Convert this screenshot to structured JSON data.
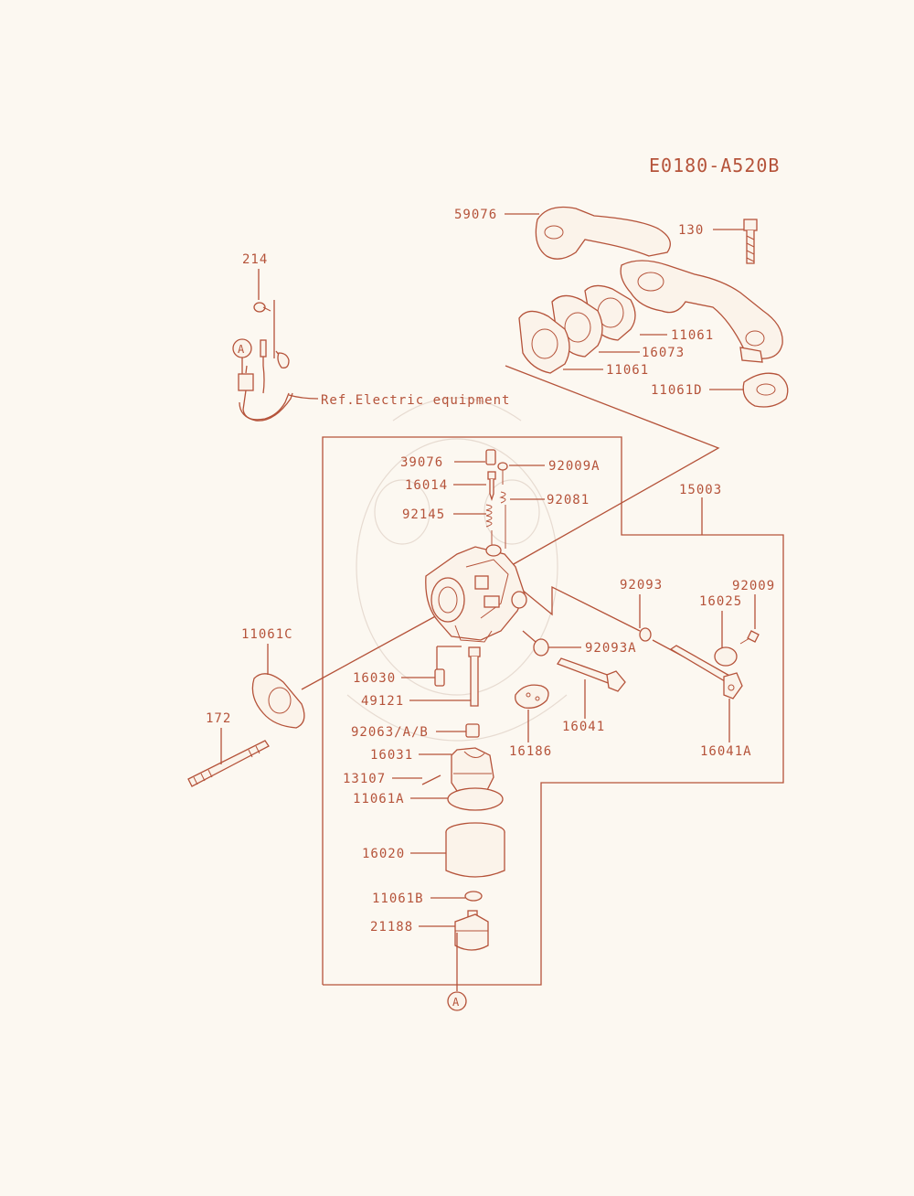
{
  "diagram_code": "E0180-A520B",
  "callouts": {
    "a_top": "A",
    "a_bottom": "A"
  },
  "labels": {
    "l59076": "59076",
    "l130": "130",
    "l214": "214",
    "l11061_a": "11061",
    "l16073": "16073",
    "l11061_b": "11061",
    "l11061D": "11061D",
    "ref_electric": "Ref.Electric equipment",
    "l39076": "39076",
    "l92009A": "92009A",
    "l16014": "16014",
    "l92081": "92081",
    "l92145": "92145",
    "l15003": "15003",
    "l92093": "92093",
    "l92009": "92009",
    "l16025": "16025",
    "l11061C": "11061C",
    "l92093A": "92093A",
    "l16030": "16030",
    "l49121": "49121",
    "l172": "172",
    "l92063": "92063/A/B",
    "l16041": "16041",
    "l16186": "16186",
    "l16041A": "16041A",
    "l16031": "16031",
    "l13107": "13107",
    "l11061A": "11061A",
    "l16020": "16020",
    "l11061B": "11061B",
    "l21188": "21188"
  },
  "colors": {
    "line": "#b5533a",
    "background": "#fcf8f1"
  }
}
